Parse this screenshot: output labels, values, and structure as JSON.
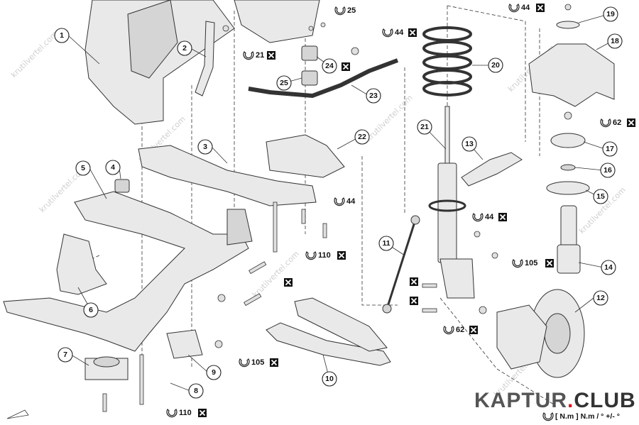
{
  "diagram": {
    "callouts": [
      "1",
      "2",
      "3",
      "4",
      "5",
      "6",
      "7",
      "8",
      "9",
      "10",
      "11",
      "12",
      "13",
      "14",
      "15",
      "16",
      "17",
      "18",
      "19",
      "20",
      "21",
      "22",
      "23",
      "24",
      "25"
    ],
    "torques": [
      "44",
      "25",
      "44",
      "21",
      "44",
      "110",
      "44",
      "105",
      "62",
      "62",
      "105",
      "110"
    ],
    "watermark": "krutilvertel.com",
    "brand": {
      "part1": "KAPTUR",
      "dot": ".",
      "part2": "CLUB"
    },
    "legend": "[ N.m ] N.m / ° +/- °"
  },
  "colors": {
    "brand_red": "#e0141e",
    "brand_grey": "#555555"
  }
}
